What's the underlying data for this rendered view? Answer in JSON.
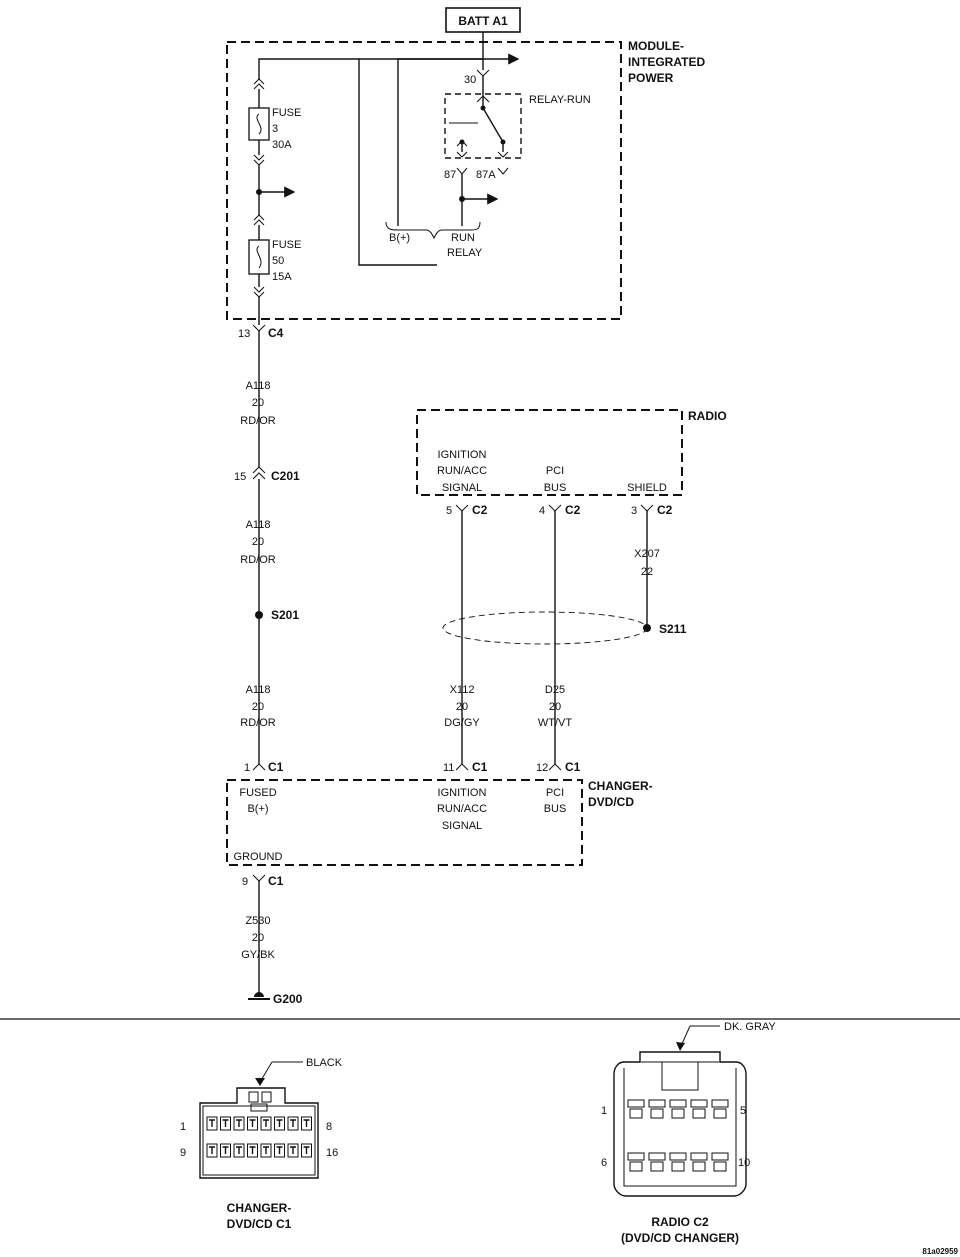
{
  "batt": "BATT A1",
  "modules": {
    "ipm": [
      "MODULE-",
      "INTEGRATED",
      "POWER"
    ],
    "radio": "RADIO",
    "changer": [
      "CHANGER-",
      "DVD/CD"
    ]
  },
  "relay": {
    "name": "RELAY-RUN",
    "pin30": "30",
    "pin87": "87",
    "pin87a": "87A",
    "bplus": "B(+)",
    "run": "RUN",
    "relay": "RELAY"
  },
  "fuses": [
    {
      "word": "FUSE",
      "num": "3",
      "amps": "30A"
    },
    {
      "word": "FUSE",
      "num": "50",
      "amps": "15A"
    }
  ],
  "connectors": {
    "c4": {
      "pin": "13",
      "name": "C4"
    },
    "c201": {
      "pin": "15",
      "name": "C201"
    },
    "c1_1": {
      "pin": "1",
      "name": "C1"
    },
    "c1_9": {
      "pin": "9",
      "name": "C1"
    },
    "c1_11": {
      "pin": "11",
      "name": "C1"
    },
    "c1_12": {
      "pin": "12",
      "name": "C1"
    },
    "c2_5": {
      "pin": "5",
      "name": "C2"
    },
    "c2_4": {
      "pin": "4",
      "name": "C2"
    },
    "c2_3": {
      "pin": "3",
      "name": "C2"
    }
  },
  "splices": {
    "s201": "S201",
    "s211": "S211"
  },
  "ground": "G200",
  "wires": {
    "a118_1": [
      "A118",
      "20",
      "RD/OR"
    ],
    "a118_2": [
      "A118",
      "20",
      "RD/OR"
    ],
    "a118_3": [
      "A118",
      "20",
      "RD/OR"
    ],
    "x207": [
      "X207",
      "22"
    ],
    "x112": [
      "X112",
      "20",
      "DG/GY"
    ],
    "d25": [
      "D25",
      "20",
      "WT/VT"
    ],
    "z530": [
      "Z530",
      "20",
      "GY/BK"
    ]
  },
  "radio_pins": {
    "ignition": [
      "IGNITION",
      "RUN/ACC",
      "SIGNAL"
    ],
    "pci": [
      "PCI",
      "BUS"
    ],
    "shield": "SHIELD"
  },
  "changer_pins": {
    "fused": [
      "FUSED",
      "B(+)"
    ],
    "ignition": [
      "IGNITION",
      "RUN/ACC",
      "SIGNAL"
    ],
    "pci": [
      "PCI",
      "BUS"
    ],
    "ground": "GROUND"
  },
  "connector_views": {
    "c1": {
      "color": "BLACK",
      "pins": {
        "p1": "1",
        "p8": "8",
        "p9": "9",
        "p16": "16"
      },
      "title": [
        "CHANGER-",
        "DVD/CD C1"
      ]
    },
    "c2": {
      "color": "DK. GRAY",
      "pins": {
        "p1": "1",
        "p5": "5",
        "p6": "6",
        "p10": "10"
      },
      "title": [
        "RADIO C2",
        "(DVD/CD CHANGER)"
      ]
    }
  },
  "figure_id": "81a02959"
}
